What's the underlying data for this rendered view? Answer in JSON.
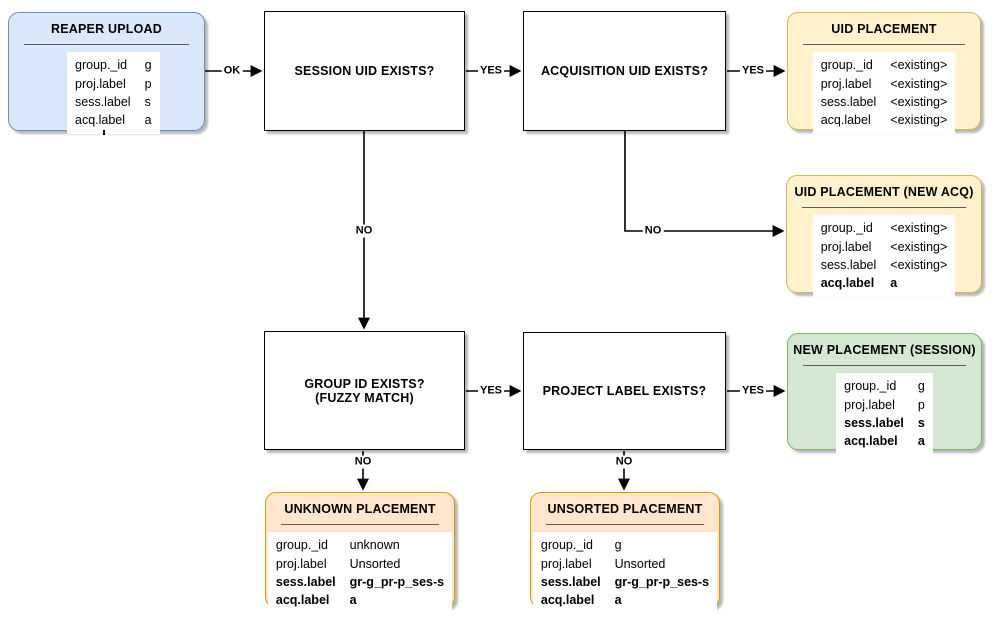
{
  "diagram_title": "REAPER UPLOAD placement flowchart",
  "colors": {
    "blue_fill": "#dae8fc",
    "blue_stroke": "#6c8ebf",
    "yellow_fill": "#fff2cc",
    "yellow_stroke": "#d6b656",
    "green_fill": "#d5e8d4",
    "green_stroke": "#82b366",
    "orange_fill": "#ffe6cc",
    "orange_stroke": "#d79b00",
    "decision_fill": "#ffffff",
    "decision_stroke": "#000000",
    "line_color": "#000000"
  },
  "nodes": {
    "reaper_upload": {
      "title": "REAPER UPLOAD",
      "rows": [
        {
          "key": "group._id",
          "value": "g",
          "bold": false
        },
        {
          "key": "proj.label",
          "value": "p",
          "bold": false
        },
        {
          "key": "sess.label",
          "value": "s",
          "bold": false
        },
        {
          "key": "acq.label",
          "value": "a",
          "bold": false
        }
      ]
    },
    "session_uid": {
      "title": "SESSION UID EXISTS?"
    },
    "acquisition_uid": {
      "title": "ACQUISITION UID EXISTS?"
    },
    "group_id": {
      "title": "GROUP ID EXISTS?",
      "subtitle": "(FUZZY MATCH)"
    },
    "project_label": {
      "title": "PROJECT LABEL EXISTS?"
    },
    "uid_placement": {
      "title": "UID PLACEMENT",
      "rows": [
        {
          "key": "group._id",
          "value": "<existing>",
          "bold": false
        },
        {
          "key": "proj.label",
          "value": "<existing>",
          "bold": false
        },
        {
          "key": "sess.label",
          "value": "<existing>",
          "bold": false
        },
        {
          "key": "acq.label",
          "value": "<existing>",
          "bold": false
        }
      ]
    },
    "uid_placement_new_acq": {
      "title": "UID PLACEMENT (NEW ACQ)",
      "rows": [
        {
          "key": "group._id",
          "value": "<existing>",
          "bold": false
        },
        {
          "key": "proj.label",
          "value": "<existing>",
          "bold": false
        },
        {
          "key": "sess.label",
          "value": "<existing>",
          "bold": false
        },
        {
          "key": "acq.label",
          "value": "a",
          "bold": true
        }
      ]
    },
    "new_placement_session": {
      "title": "NEW PLACEMENT (SESSION)",
      "rows": [
        {
          "key": "group._id",
          "value": "g",
          "bold": false
        },
        {
          "key": "proj.label",
          "value": "p",
          "bold": false
        },
        {
          "key": "sess.label",
          "value": "s",
          "bold": true
        },
        {
          "key": "acq.label",
          "value": "a",
          "bold": true
        }
      ]
    },
    "unknown_placement": {
      "title": "UNKNOWN PLACEMENT",
      "rows": [
        {
          "key": "group._id",
          "value": "unknown",
          "bold": false
        },
        {
          "key": "proj.label",
          "value": "Unsorted",
          "bold": false
        },
        {
          "key": "sess.label",
          "value": "gr-g_pr-p_ses-s",
          "bold": true
        },
        {
          "key": "acq.label",
          "value": "a",
          "bold": true
        }
      ]
    },
    "unsorted_placement": {
      "title": "UNSORTED PLACEMENT",
      "rows": [
        {
          "key": "group._id",
          "value": "g",
          "bold": false
        },
        {
          "key": "proj.label",
          "value": "Unsorted",
          "bold": false
        },
        {
          "key": "sess.label",
          "value": "gr-g_pr-p_ses-s",
          "bold": true
        },
        {
          "key": "acq.label",
          "value": "a",
          "bold": true
        }
      ]
    }
  },
  "edges": [
    {
      "id": "upload-to-session",
      "label": "OK"
    },
    {
      "id": "session-yes-acquisition",
      "label": "YES"
    },
    {
      "id": "acquisition-yes-uid",
      "label": "YES"
    },
    {
      "id": "acquisition-no-newacq",
      "label": "NO"
    },
    {
      "id": "session-no-group",
      "label": "NO"
    },
    {
      "id": "group-yes-project",
      "label": "YES"
    },
    {
      "id": "project-yes-newsession",
      "label": "YES"
    },
    {
      "id": "group-no-unknown",
      "label": "NO"
    },
    {
      "id": "project-no-unsorted",
      "label": "NO"
    }
  ]
}
